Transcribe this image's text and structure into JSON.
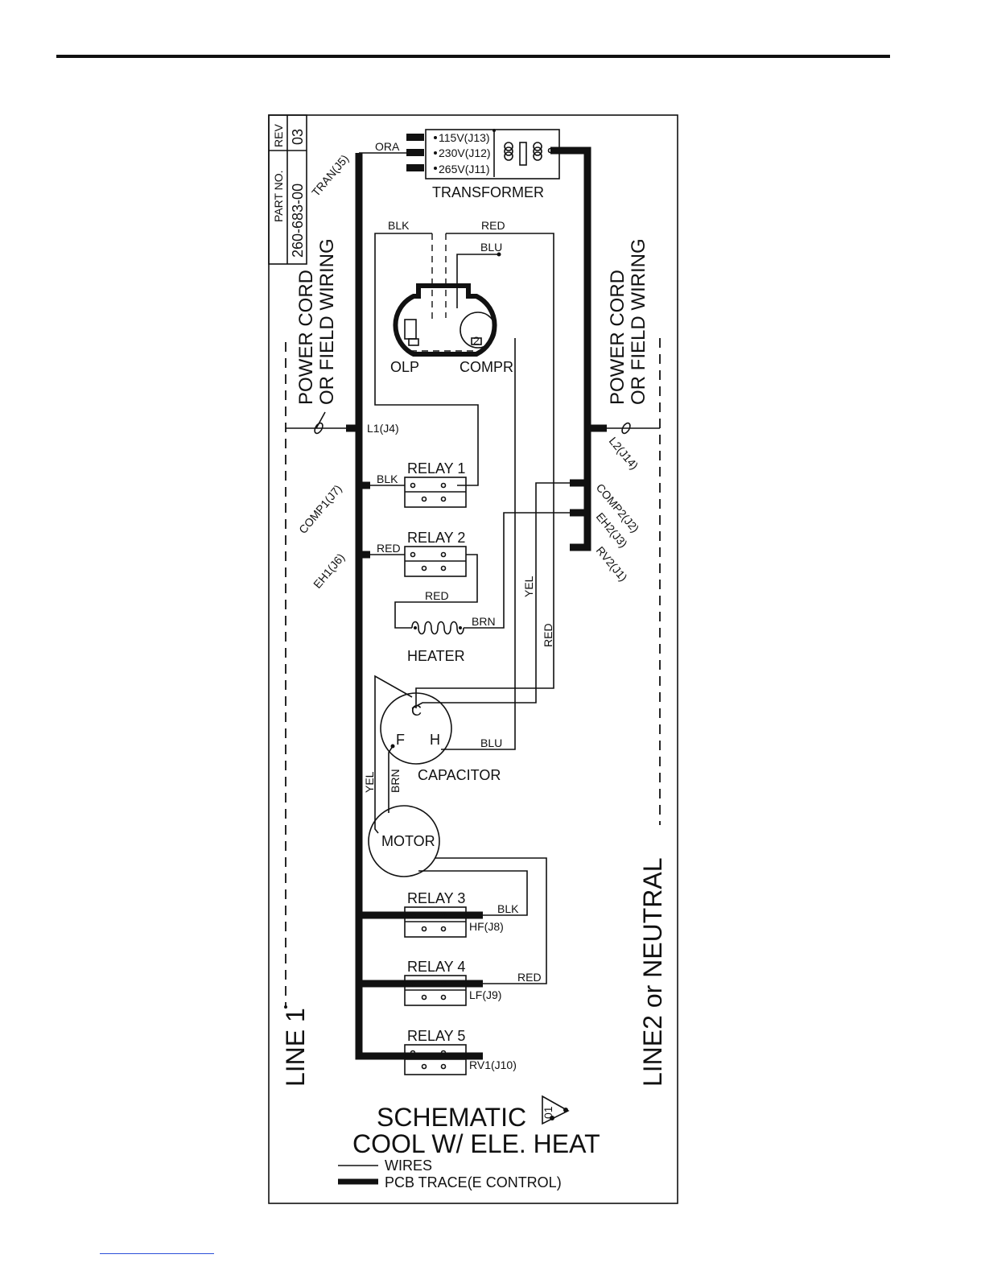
{
  "title_block": {
    "part_no_label": "PART NO.",
    "part_no": "260-683-00",
    "rev_label": "REV",
    "rev": "03"
  },
  "transformer": {
    "label": "TRANSFORMER",
    "taps": [
      "115V(J13)",
      "230V(J12)",
      "265V(J11)"
    ],
    "wire": "ORA"
  },
  "compressor": {
    "olp_label": "OLP",
    "compr_label": "COMPR",
    "terminal_number": "2",
    "wires": {
      "blk": "BLK",
      "red": "RED",
      "blu": "BLU"
    }
  },
  "power": {
    "left_caption_1": "POWER CORD",
    "left_caption_2": "OR FIELD WIRING",
    "right_caption_1": "POWER CORD",
    "right_caption_2": "OR FIELD WIRING",
    "line1": "LINE 1",
    "line2": "LINE2 or NEUTRAL"
  },
  "connectors": {
    "tran": "TRAN(J5)",
    "l1": "L1(J4)",
    "comp1": "COMP1(J7)",
    "eh1": "EH1(J6)",
    "l2": "L2(J14)",
    "comp2": "COMP2(J2)",
    "eh2": "EH2(J3)",
    "rv2": "RV2(J1)",
    "hf": "HF(J8)",
    "lf": "LF(J9)",
    "rv1": "RV1(J10)"
  },
  "relays": [
    "RELAY 1",
    "RELAY 2",
    "RELAY 3",
    "RELAY 4",
    "RELAY 5"
  ],
  "heater": {
    "label": "HEATER"
  },
  "capacitor": {
    "label": "CAPACITOR",
    "terminal_c": "C",
    "terminal_f": "F",
    "terminal_h": "H"
  },
  "motor": {
    "label": "MOTOR"
  },
  "wire_colors": {
    "relay1_blk": "BLK",
    "relay2_red": "RED",
    "heater_red": "RED",
    "heater_brn": "BRN",
    "yel_vertical": "YEL",
    "red_vertical": "RED",
    "cap_blu": "BLU",
    "yel_left": "YEL",
    "brn_left": "BRN",
    "relay3_blk": "BLK",
    "relay4_red": "RED"
  },
  "caption": {
    "line1": "SCHEMATIC",
    "revision_mark": "01",
    "line2": "COOL W/ ELE. HEAT"
  },
  "legend": {
    "wires": "WIRES",
    "pcb": "PCB TRACE(E CONTROL)"
  }
}
